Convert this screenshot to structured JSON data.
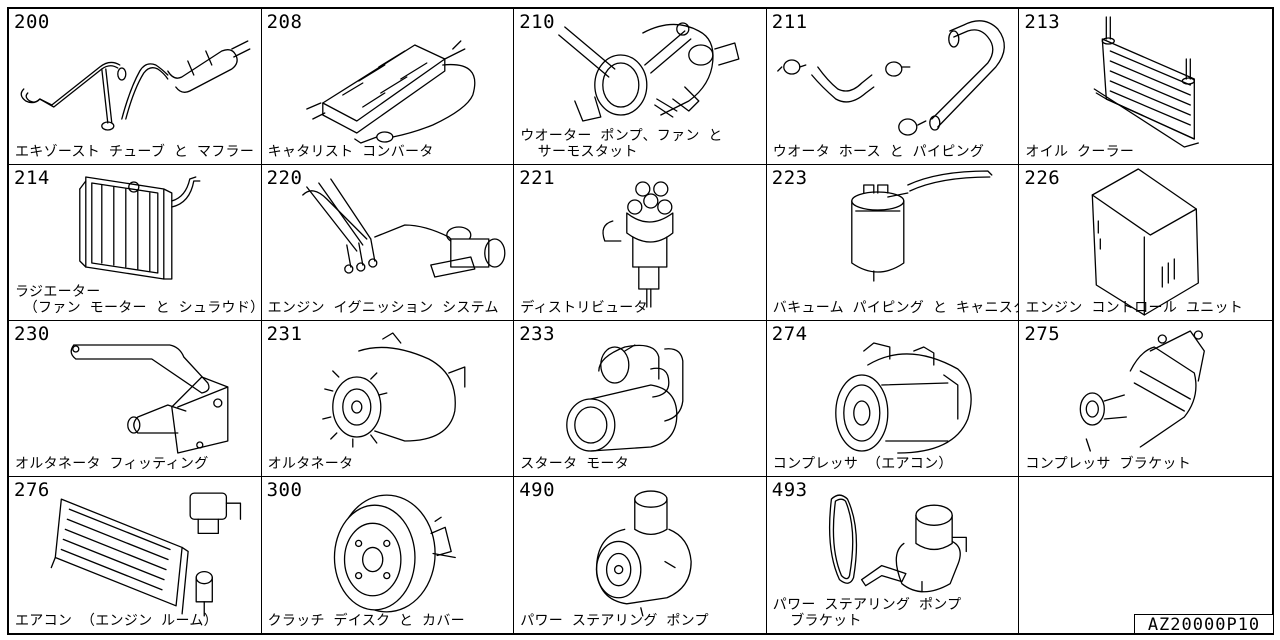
{
  "cells": [
    {
      "num": "200",
      "label": "エキゾースト チューブ と マフラー",
      "icon": "exhaust-muffler-icon"
    },
    {
      "num": "208",
      "label": "キャタリスト コンバータ",
      "icon": "catalytic-converter-icon"
    },
    {
      "num": "210",
      "label": "ウオーター ポンプ、ファン と\n  サーモスタット",
      "icon": "water-pump-fan-icon"
    },
    {
      "num": "211",
      "label": "ウオータ ホース と パイピング",
      "icon": "water-hose-icon"
    },
    {
      "num": "213",
      "label": "オイル クーラー",
      "icon": "oil-cooler-icon"
    },
    {
      "num": "214",
      "label": "ラジエーター\n （ファン モーター と シュラウド）",
      "icon": "radiator-icon"
    },
    {
      "num": "220",
      "label": "エンジン イグニッション システム",
      "icon": "ignition-system-icon"
    },
    {
      "num": "221",
      "label": "ディストリビュータ",
      "icon": "distributor-icon"
    },
    {
      "num": "223",
      "label": "バキューム パイピング と キャニスタ",
      "icon": "vacuum-canister-icon"
    },
    {
      "num": "226",
      "label": "エンジン コントロール ユニット",
      "icon": "engine-control-unit-icon"
    },
    {
      "num": "230",
      "label": "オルタネータ フィッティング",
      "icon": "alternator-bracket-icon"
    },
    {
      "num": "231",
      "label": "オルタネータ",
      "icon": "alternator-icon"
    },
    {
      "num": "233",
      "label": "スタータ モータ",
      "icon": "starter-motor-icon"
    },
    {
      "num": "274",
      "label": "コンプレッサ （エアコン）",
      "icon": "ac-compressor-icon"
    },
    {
      "num": "275",
      "label": "コンプレッサ ブラケット",
      "icon": "compressor-bracket-icon"
    },
    {
      "num": "276",
      "label": "エアコン （エンジン ルーム）",
      "icon": "ac-condenser-icon"
    },
    {
      "num": "300",
      "label": "クラッチ デイスク と カバー",
      "icon": "clutch-disc-icon"
    },
    {
      "num": "490",
      "label": "パワー ステアリング ポンプ",
      "icon": "power-steering-pump-icon"
    },
    {
      "num": "493",
      "label": "パワー ステアリング ポンプ\n  ブラケット",
      "icon": "power-steering-bracket-icon"
    },
    {
      "num": "",
      "label": "",
      "icon": ""
    }
  ],
  "diagram_code": "AZ20000P10"
}
